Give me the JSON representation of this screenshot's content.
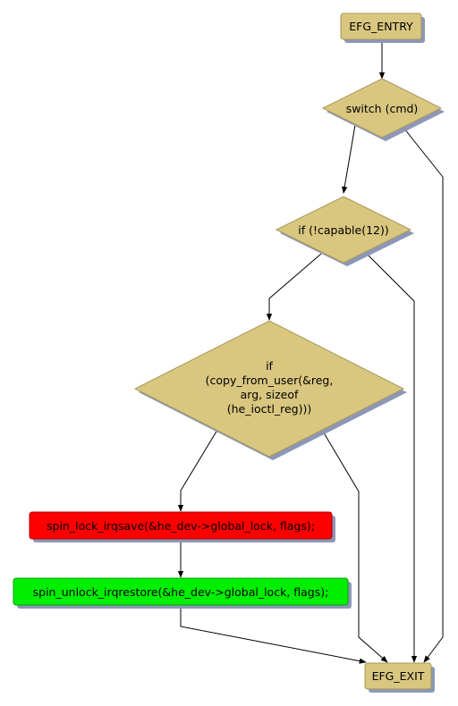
{
  "colors": {
    "node_fill": "#d9c67f",
    "node_stroke": "#a89858",
    "shadow": "#8c97b8",
    "lock_fill": "#ff0000",
    "unlock_fill": "#00ee00",
    "edge": "#000000"
  },
  "nodes": {
    "entry": "EFG_ENTRY",
    "switch": "switch (cmd)",
    "capable": "if (!capable(12))",
    "copy": [
      "if",
      "(copy_from_user(&reg,",
      "arg, sizeof",
      "(he_ioctl_reg)))"
    ],
    "lock": "spin_lock_irqsave(&he_dev->global_lock, flags);",
    "unlock": "spin_unlock_irqrestore(&he_dev->global_lock, flags);",
    "exit": "EFG_EXIT"
  }
}
